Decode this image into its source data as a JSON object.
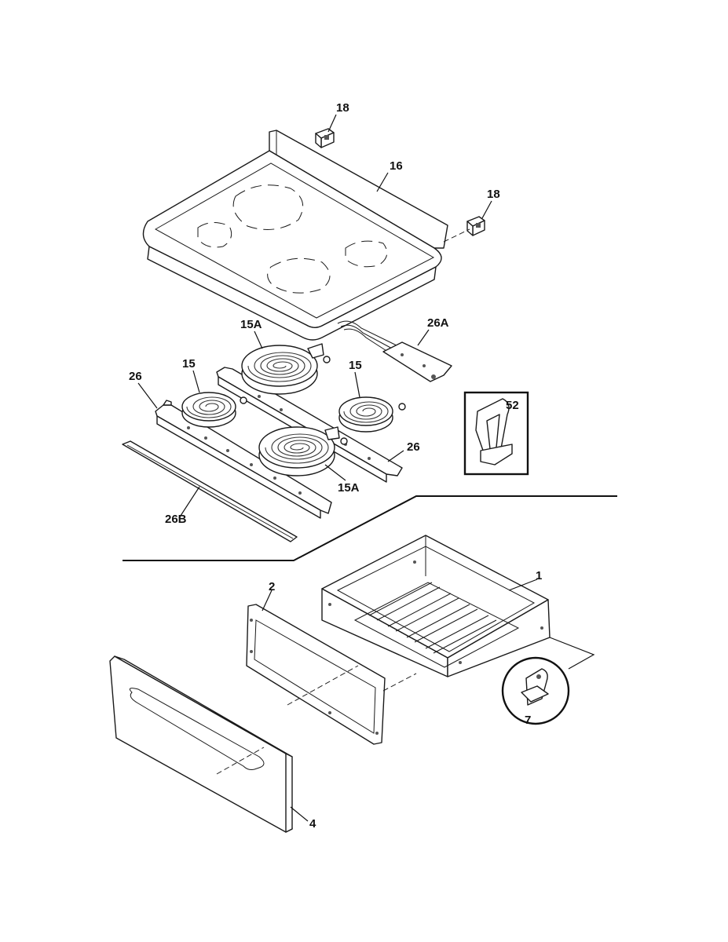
{
  "labels": {
    "p18a": "18",
    "p16": "16",
    "p18b": "18",
    "p26A": "26A",
    "p15A_top": "15A",
    "p15_left": "15",
    "p15_right": "15",
    "p26_left": "26",
    "p26_right": "26",
    "p52": "52",
    "p15A_bottom": "15A",
    "p26B": "26B",
    "p1": "1",
    "p2": "2",
    "p7": "7",
    "p4": "4"
  }
}
